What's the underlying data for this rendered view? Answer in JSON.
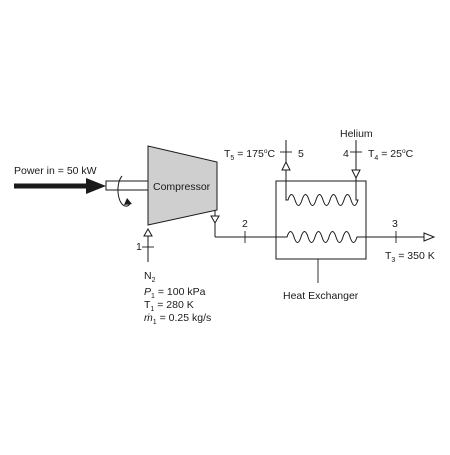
{
  "power": {
    "label": "Power in = 50 kW"
  },
  "compressor": {
    "label": "Compressor"
  },
  "heat_exchanger": {
    "label": "Heat Exchanger"
  },
  "helium": {
    "label": "Helium"
  },
  "states": {
    "s1": {
      "number": "1"
    },
    "s2": {
      "number": "2"
    },
    "s3": {
      "number": "3"
    },
    "s4": {
      "number": "4"
    },
    "s5": {
      "number": "5"
    }
  },
  "inlet": {
    "gas": "N",
    "gas_sub": "2",
    "pressure_sym": "P",
    "pressure_sub": "1",
    "pressure_value": " = 100 kPa",
    "temp_sym": "T",
    "temp_sub": "1",
    "temp_value": " = 280 K",
    "flow_sym": "ṁ",
    "flow_sub": "1",
    "flow_value": " = 0.25 kg/s"
  },
  "t5": {
    "sym": "T",
    "sub": "5",
    "value": " = 175",
    "deg": "o",
    "unit": "C"
  },
  "t4": {
    "sym": "T",
    "sub": "4",
    "value": " = 25",
    "deg": "o",
    "unit": "C"
  },
  "t3": {
    "sym": "T",
    "sub": "3",
    "value": " = 350 K"
  }
}
